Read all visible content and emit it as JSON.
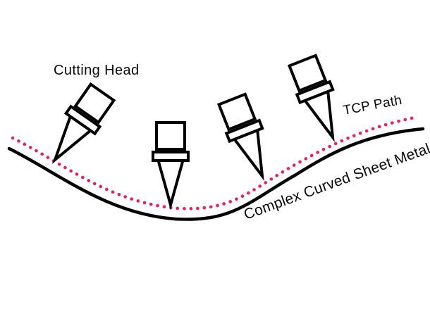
{
  "diagram": {
    "labels": {
      "cutting_head": "Cutting Head",
      "tcp_path": "TCP Path",
      "sheet_metal": "Complex Curved Sheet Metal"
    },
    "colors": {
      "tcp_dot": "#E91E63",
      "ink": "#000000",
      "background": "#FFFFFF"
    },
    "cutting_head_count": "4"
  }
}
